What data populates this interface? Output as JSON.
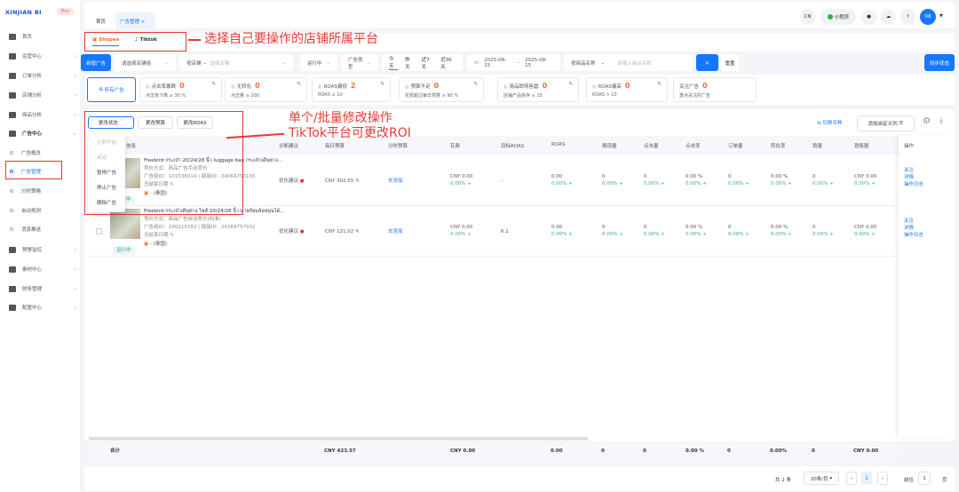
{
  "sidebar": {
    "logo": "XINJIAN BI",
    "badge": "Pro",
    "items": [
      {
        "label": "首页",
        "icon": "home-icon"
      },
      {
        "label": "运营中心",
        "icon": "monitor-icon"
      },
      {
        "label": "订单分析",
        "icon": "bar-chart-icon"
      },
      {
        "label": "店铺分析",
        "icon": "store-icon"
      },
      {
        "label": "商品分析",
        "icon": "product-icon"
      },
      {
        "label": "广告中心",
        "icon": "ad-icon"
      },
      {
        "label": "广告概览"
      },
      {
        "label": "广告管理"
      },
      {
        "label": "分时策略"
      },
      {
        "label": "自动规则"
      },
      {
        "label": "消息推送"
      },
      {
        "label": "预警监控",
        "icon": "pulse-icon"
      },
      {
        "label": "素材中心",
        "icon": "material-icon"
      },
      {
        "label": "财务管理",
        "icon": "finance-icon"
      },
      {
        "label": "配置中心",
        "icon": "settings-icon"
      }
    ]
  },
  "header": {
    "tabs": [
      "首页",
      "广告管理"
    ],
    "lang": "CN",
    "mini": "小程序",
    "avatar": "08"
  },
  "platforms": [
    "Shopee",
    "Tiktok"
  ],
  "annotations": {
    "platform": "选择自己要操作的店铺所属平台",
    "bulk1": "单个/批量修改操作",
    "bulk2": "TikTok平台可更改ROI",
    "color": "#e53935"
  },
  "filters": {
    "add": "新增广告",
    "shop_group": "请选择店铺组",
    "by_shop": "按店铺",
    "shop_ph": "选择店铺",
    "status": "运行中",
    "ad_type": "广告类型",
    "dates": [
      "今天",
      "昨天",
      "近7天",
      "近30天"
    ],
    "date_from": "2025-08-15",
    "date_sep": "-",
    "date_to": "2025-08-15",
    "by_product": "按商品名称",
    "product_ph": "请输入商品名称",
    "reset": "重置",
    "sync": "同步状态"
  },
  "cards": [
    {
      "title": "所有广告"
    },
    {
      "title": "点击率暴跌",
      "count": "0",
      "sub": "点击率下降 ≥ 30 %"
    },
    {
      "title": "无转化",
      "count": "0",
      "sub": "点击量 ≥ 100"
    },
    {
      "title": "ROAS偏低",
      "count": "2",
      "sub": "ROAS ≤ 10"
    },
    {
      "title": "预算不足",
      "count": "0",
      "sub": "花费超过每日预算 ≥ 90 %"
    },
    {
      "title": "商品即将售罄",
      "count": "0",
      "sub": "店铺产品库存 ≤ 10"
    },
    {
      "title": "ROAS偏高",
      "count": "0",
      "sub": "ROAS > 10"
    },
    {
      "title": "关注广告",
      "count": "0",
      "sub": "重点关注的广告"
    }
  ],
  "toolbar": {
    "change_status": "更改状态",
    "change_budget": "更改预算",
    "change_roas": "更改ROAS",
    "currency": "切换币种",
    "custom_cols": "添加自定义列"
  },
  "status_menu": [
    "立即开始",
    "启动",
    "暂停广告",
    "停止广告",
    "删除广告"
  ],
  "columns": [
    "信息",
    "诊断建议",
    "每日预算",
    "分时预算",
    "花费",
    "目标ROAS",
    "ROAS",
    "展现量",
    "点击量",
    "点击率",
    "订单量",
    "转化率",
    "销量",
    "销售额",
    "操作"
  ],
  "rows": [
    {
      "title": "Freebird กระเป๋า 20/24/28 นิ้ว luggage bag กระเป๋าเดินทาง…",
      "bid": "竞价方式：商品广告手动竞价",
      "ids": "广告组ID：101536014 | 链接ID：24064753135",
      "end": "无结束日期",
      "region": "- (泰国)",
      "status": "运行中",
      "diag": "优化建议",
      "budget": "CNY 302.55",
      "timebudget": "去添加",
      "spend": "CNY 0.00",
      "target_roas": "-",
      "roas": "0.00",
      "impr": "0",
      "clicks": "0",
      "ctr": "0.00 %",
      "orders": "0",
      "cvr": "0.00 %",
      "sales": "0",
      "revenue": "CNY 0.00",
      "change": "0.00%",
      "actions": [
        "关注",
        "详情",
        "操作日志"
      ]
    },
    {
      "title": "Freebird กระเป๋าเดินทาง ไซส์ 20/24/28 นิ้ว มาพร้อมล้อหมุนได้…",
      "bid": "竞价方式：商品广告自动竞价(标准)",
      "ids": "广告组ID：100215282 | 链接ID：24264757932",
      "end": "无结束日期",
      "region": "- (泰国)",
      "status": "运行中",
      "diag": "优化建议",
      "budget": "CNY 121.02",
      "timebudget": "去添加",
      "spend": "CNY 0.00",
      "target_roas": "6.1",
      "roas": "0.00",
      "impr": "0",
      "clicks": "0",
      "ctr": "0.00 %",
      "orders": "0",
      "cvr": "0.00 %",
      "sales": "0",
      "revenue": "CNY 0.00",
      "change": "0.00%",
      "actions": [
        "关注",
        "详情",
        "操作日志"
      ]
    }
  ],
  "totals": {
    "label": "合计",
    "budget": "CNY 423.57",
    "spend": "CNY 0.00",
    "roas": "0.00",
    "impr": "0",
    "clicks": "0",
    "ctr": "0.00 %",
    "orders": "0",
    "cvr": "0.00%",
    "sales": "0",
    "revenue": "CNY 0.00"
  },
  "pagination": {
    "total": "共 2 条",
    "page_size": "20条/页",
    "current": "1",
    "goto": "前往",
    "goto_value": "1",
    "page_unit": "页"
  },
  "colors": {
    "primary": "#1677ff",
    "alert": "#f56c2d",
    "positive": "#3bb36b"
  }
}
